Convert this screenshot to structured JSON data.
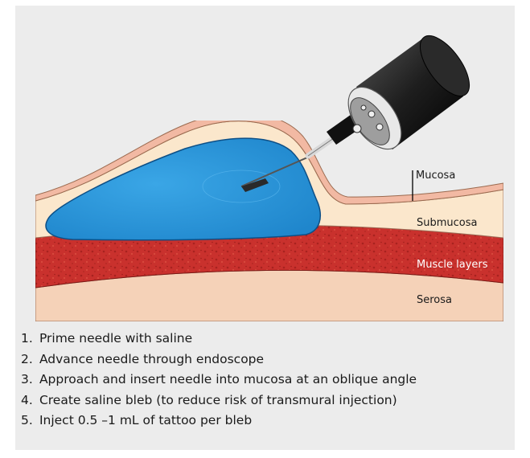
{
  "diagram": {
    "labels": {
      "mucosa": "Mucosa",
      "submucosa": "Submucosa",
      "muscle": "Muscle layers",
      "serosa": "Serosa"
    },
    "colors": {
      "panel": "#ececec",
      "serosa": "#f5d2b8",
      "muscle": "#c9312d",
      "submucosa": "#fbe7cc",
      "mucosa": "#f2b9a3",
      "saline": "#2e9de0",
      "label_on_muscle": "#ffffff"
    }
  },
  "steps": [
    {
      "num": "1.",
      "text": "Prime needle with saline"
    },
    {
      "num": "2.",
      "text": "Advance needle through endoscope"
    },
    {
      "num": "3.",
      "text": "Approach and insert needle into mucosa at an oblique angle"
    },
    {
      "num": "4.",
      "text": "Create saline bleb (to reduce risk of transmural injection)"
    },
    {
      "num": "5.",
      "text": "Inject 0.5 –1 mL of tattoo per bleb"
    }
  ]
}
